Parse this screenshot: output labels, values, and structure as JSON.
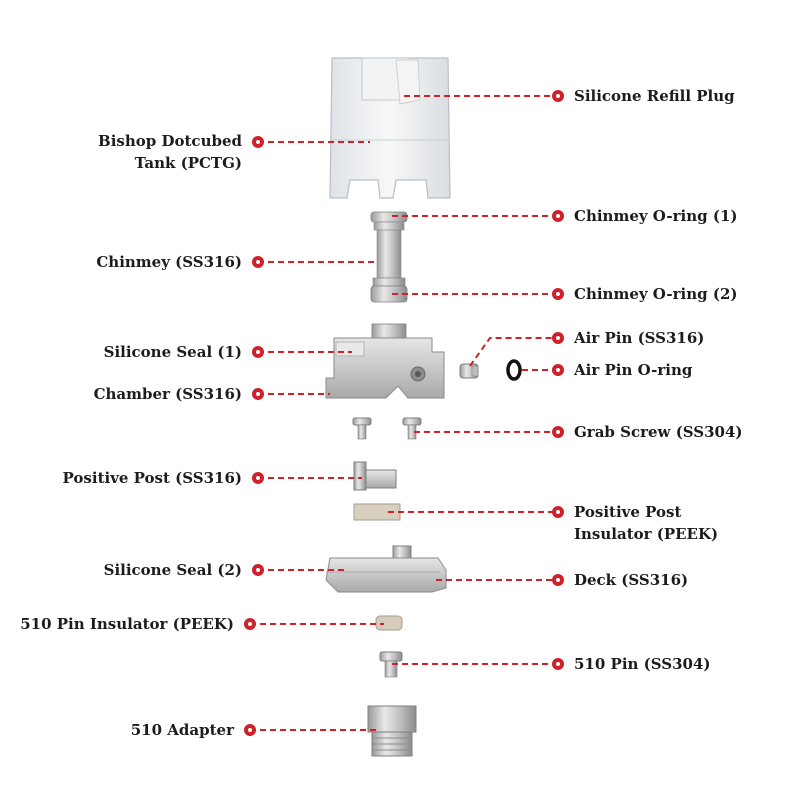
{
  "title": "",
  "colors": {
    "accent": "#d0202a",
    "text": "#1c1c1c",
    "metal": "#c8c8c8",
    "tank": "#eef0f2"
  },
  "labels": {
    "tank_line1": "Bishop Dotcubed",
    "tank_line2": "Tank (PCTG)",
    "refill_plug": "Silicone Refill Plug",
    "chimney_oring_1": "Chinmey O-ring (1)",
    "chimney": "Chinmey (SS316)",
    "chimney_oring_2": "Chinmey O-ring (2)",
    "air_pin": "Air Pin (SS316)",
    "silicone_seal_1": "Silicone Seal (1)",
    "air_pin_oring": "Air Pin O-ring",
    "chamber": "Chamber (SS316)",
    "grab_screw": "Grab Screw (SS304)",
    "positive_post": "Positive Post (SS316)",
    "pp_insulator_line1": "Positive Post",
    "pp_insulator_line2": "Insulator (PEEK)",
    "silicone_seal_2": "Silicone Seal (2)",
    "deck": "Deck (SS316)",
    "pin_insulator": "510 Pin Insulator (PEEK)",
    "pin_510": "510 Pin (SS304)",
    "adapter_510": "510 Adapter"
  }
}
